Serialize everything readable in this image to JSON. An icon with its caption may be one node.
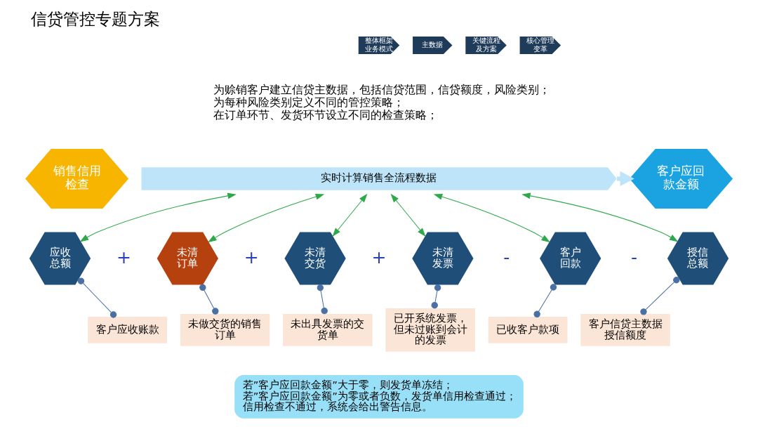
{
  "diagram": {
    "title": "信贷管控专题方案",
    "nodes": [
      {
        "text": [
          "销售信用检查"
        ]
      },
      {
        "text": [
          "实时计算销售全流程数据"
        ]
      },
      {
        "text": [
          "客户应回款金额"
        ]
      },
      {
        "text": [
          "应收总额"
        ]
      },
      {
        "text": [
          "未清订单"
        ]
      },
      {
        "text": [
          "未清交货"
        ]
      },
      {
        "text": [
          "未清发票"
        ]
      },
      {
        "text": [
          "客户回款"
        ]
      },
      {
        "text": [
          "授信总额"
        ]
      },
      {
        "text": [
          "客户应收账款"
        ]
      },
      {
        "text": [
          "未做交货的销售订单"
        ]
      },
      {
        "text": [
          "未出具发票的交货单"
        ]
      },
      {
        "text": [
          "已开系统发票，但未过账到会计的发票"
        ]
      },
      {
        "text": [
          "已收客户款项"
        ]
      },
      {
        "text": [
          "客户信贷主数据授信额度"
        ]
      },
      {
        "text": [
          "若”客户应回款金额”大于零，则发货单冻结；",
          "若”客户应回款金额”为零或者负数，发货单信用检查通过；",
          "信用检查不通过，系统会给出警告信息。"
        ]
      }
    ],
    "edges": [
      {
        "from": 1,
        "to": 2,
        "arrow": "to",
        "color": "#bde4f8",
        "style": "thick"
      },
      {
        "from": 3,
        "to": 1,
        "arrow": "both",
        "color": "#2ea84a"
      },
      {
        "from": 4,
        "to": 1,
        "arrow": "both",
        "color": "#2ea84a"
      },
      {
        "from": 5,
        "to": 1,
        "arrow": "both",
        "color": "#2ea84a"
      },
      {
        "from": 6,
        "to": 1,
        "arrow": "both",
        "color": "#2ea84a"
      },
      {
        "from": 7,
        "to": 1,
        "arrow": "both",
        "color": "#2ea84a"
      },
      {
        "from": 8,
        "to": 1,
        "arrow": "both",
        "color": "#2ea84a"
      },
      {
        "from": 3,
        "to": 9,
        "arrow": "other",
        "color": "#4a6fa5"
      },
      {
        "from": 4,
        "to": 10,
        "arrow": "other",
        "color": "#4a6fa5"
      },
      {
        "from": 5,
        "to": 11,
        "arrow": "other",
        "color": "#4a6fa5"
      },
      {
        "from": 6,
        "to": 12,
        "arrow": "other",
        "color": "#4a6fa5"
      },
      {
        "from": 7,
        "to": 13,
        "arrow": "other",
        "color": "#4a6fa5"
      },
      {
        "from": 8,
        "to": 14,
        "arrow": "other",
        "color": "#4a6fa5"
      }
    ],
    "labels": [
      "整体框架业务模式",
      "主数据",
      "关键流程及方案",
      "核心管理变革",
      "为赊销客户建立信贷主数据，包括信贷范围，信贷额度，风险类别；",
      "为每种风险类别定义不同的管控策略；",
      "在订单环节、发货环节设立不同的检查策略；",
      "+",
      "+",
      "+",
      "-",
      "-"
    ]
  }
}
